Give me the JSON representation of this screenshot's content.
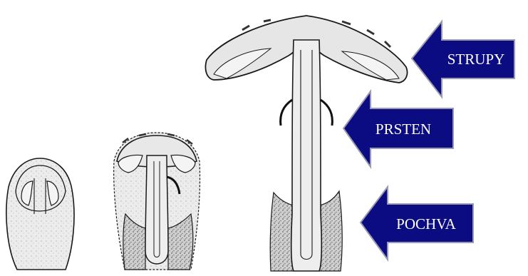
{
  "labels": {
    "strupy": "STRUPY",
    "prsten": "PRSTEN",
    "pochva": "POCHVA"
  },
  "colors": {
    "arrow_fill": "#0c0c82",
    "arrow_stroke": "#9a9ab0",
    "drawing_fill": "#e9e9e9",
    "stipple": "#8a8a8a",
    "ink": "#1a1a1a"
  }
}
